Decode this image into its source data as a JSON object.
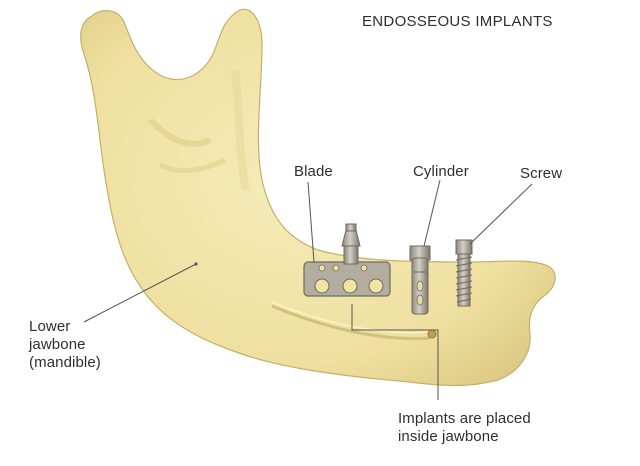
{
  "title": "ENDOSSEOUS IMPLANTS",
  "labels": {
    "blade": "Blade",
    "cylinder": "Cylinder",
    "screw": "Screw",
    "lower_jawbone": [
      "Lower",
      "jawbone",
      "(mandible)"
    ],
    "implants_note": [
      "Implants are placed",
      "inside jawbone"
    ]
  },
  "colors": {
    "bone": "#f0e3a4",
    "bone_shadow": "#d9c67c",
    "bone_outline": "#b8a560",
    "metal": "#a9a49a",
    "metal_dark": "#6f6a60",
    "leader": "#555555",
    "text": "#2e2e2e"
  }
}
